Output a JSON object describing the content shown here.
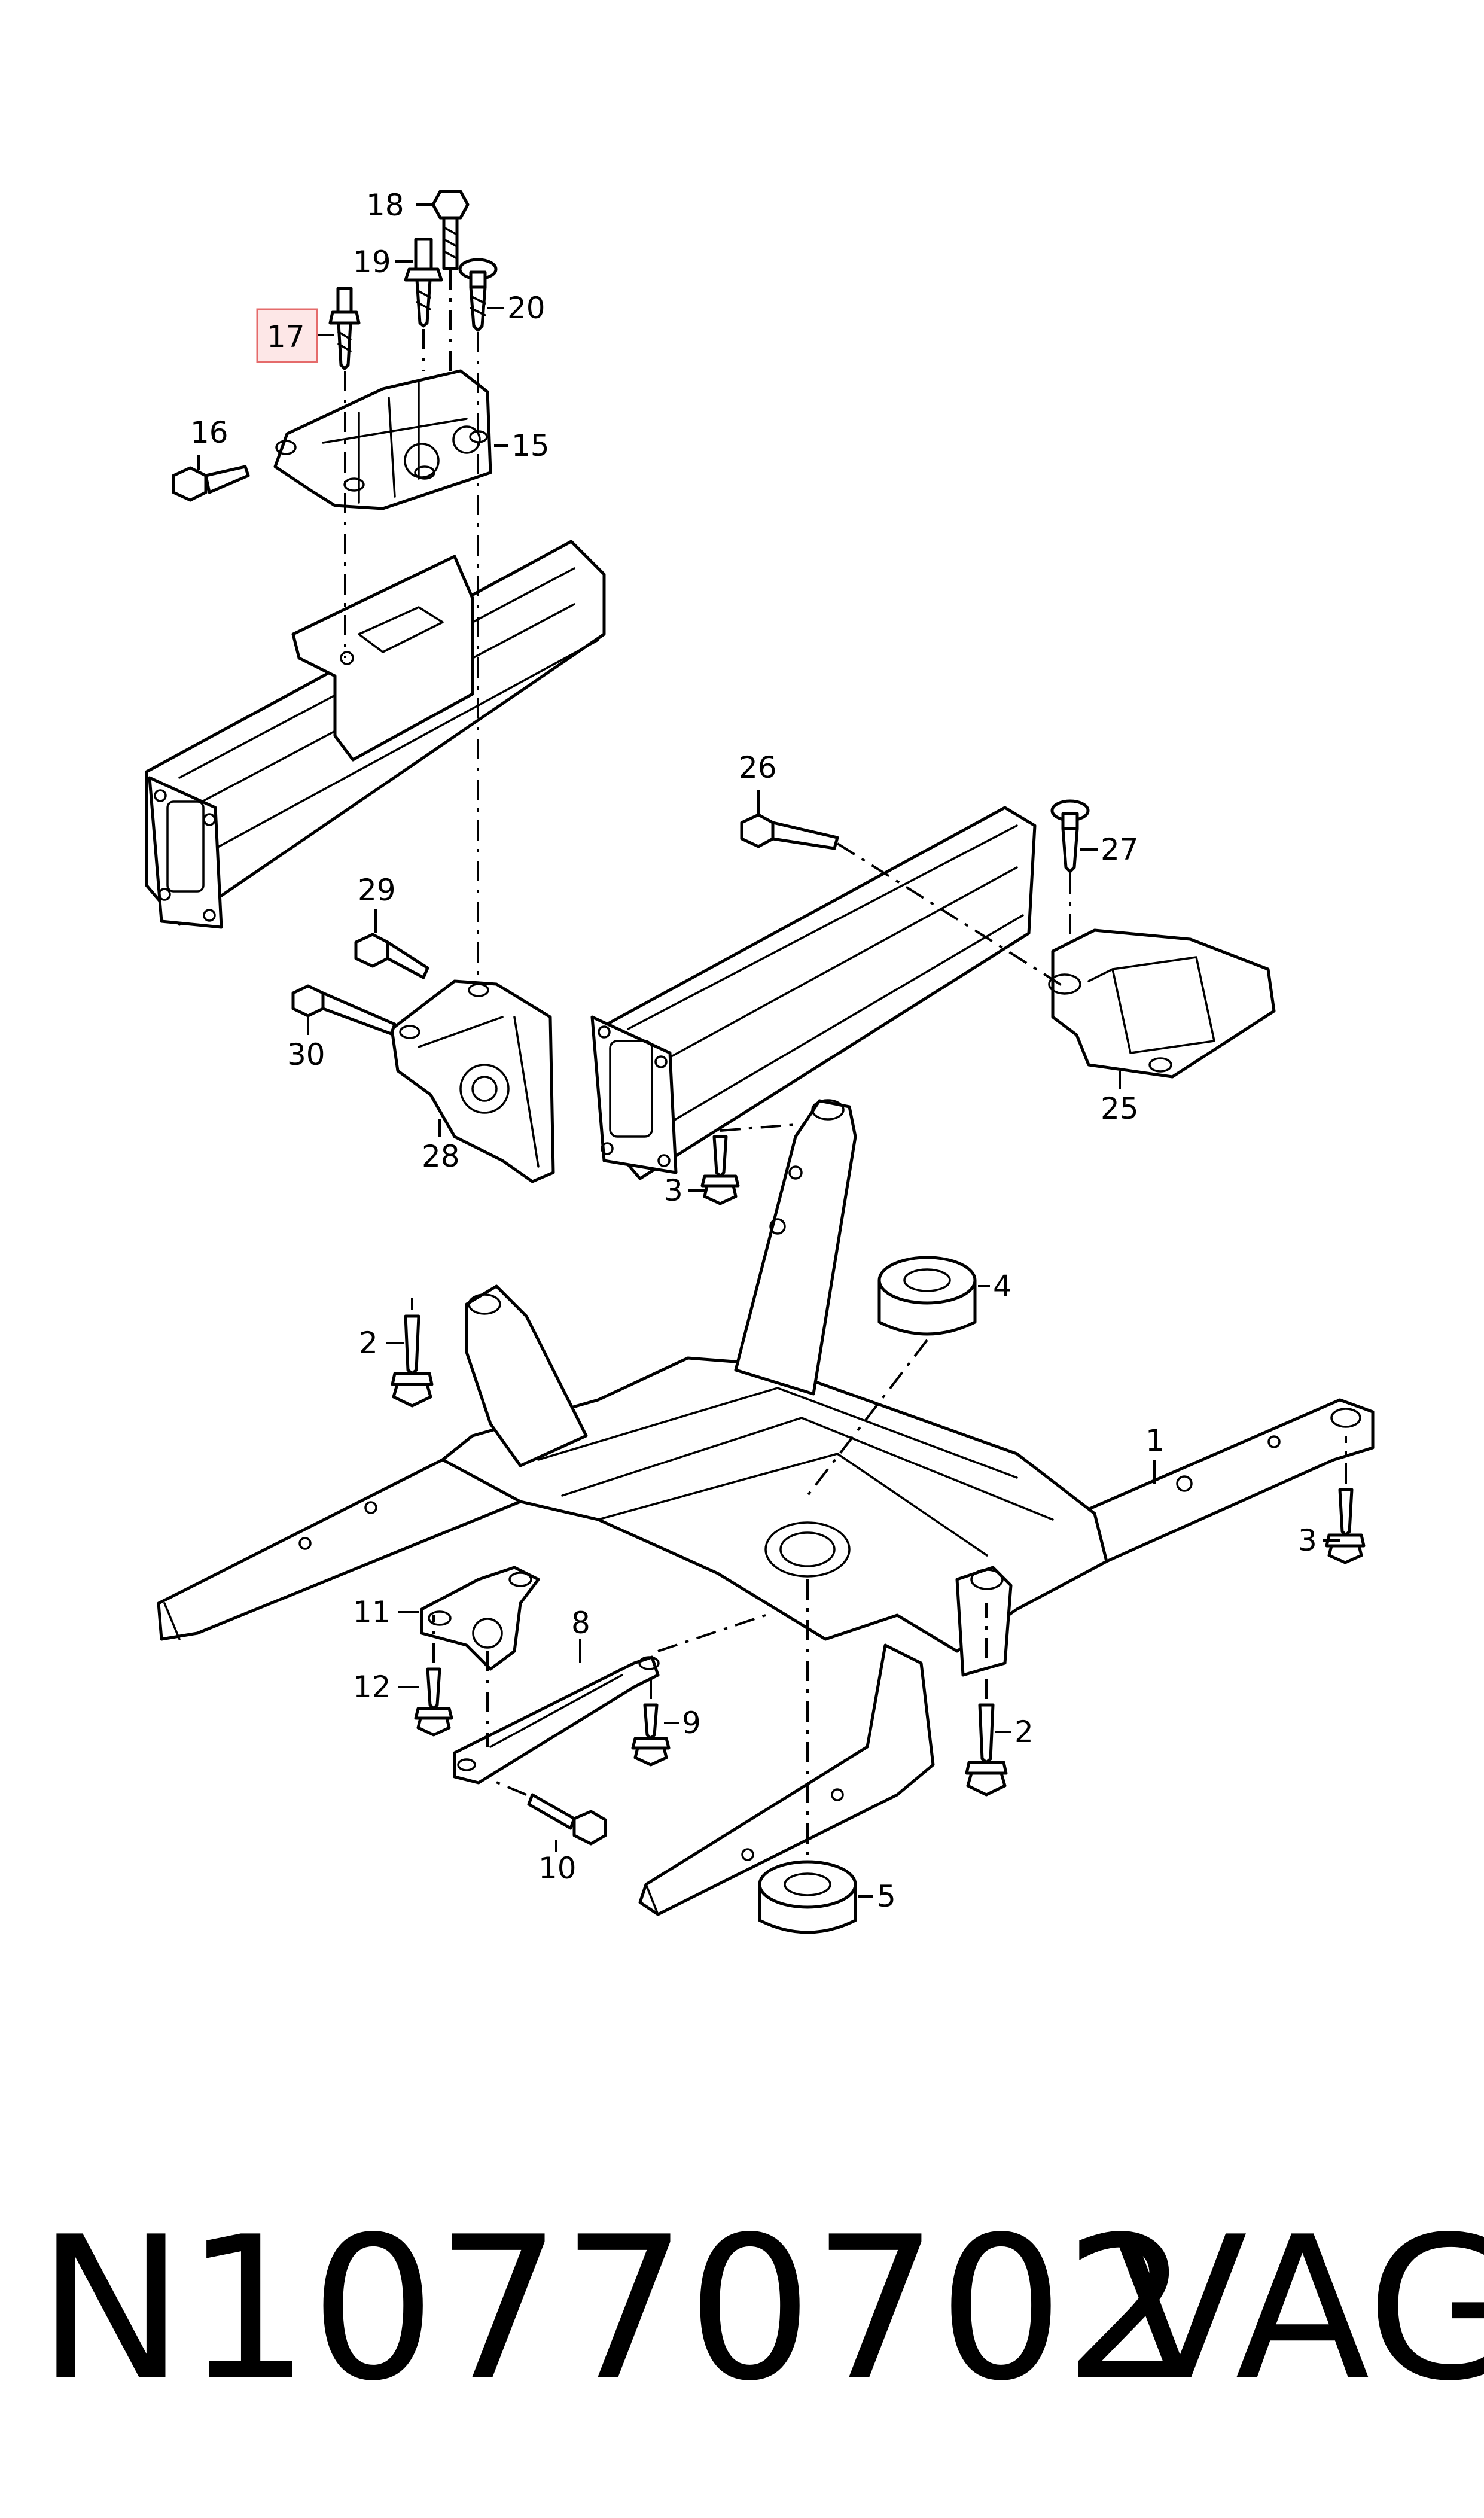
{
  "diagram": {
    "callouts": {
      "c1": "1",
      "c2a": "2",
      "c2b": "2",
      "c3a": "3",
      "c3b": "3",
      "c4": "4",
      "c5": "5",
      "c8": "8",
      "c9": "9",
      "c10": "10",
      "c11": "11",
      "c12": "12",
      "c15": "15",
      "c16": "16",
      "c17": "17",
      "c18": "18",
      "c19": "19",
      "c20": "20",
      "c25": "25",
      "c26": "26",
      "c27": "27",
      "c28": "28",
      "c29": "29",
      "c30": "30"
    },
    "highlighted_callout": "17",
    "highlight_color": "#e56b6b"
  },
  "footer": {
    "part_number": "N10770702",
    "brand": "VAG"
  }
}
